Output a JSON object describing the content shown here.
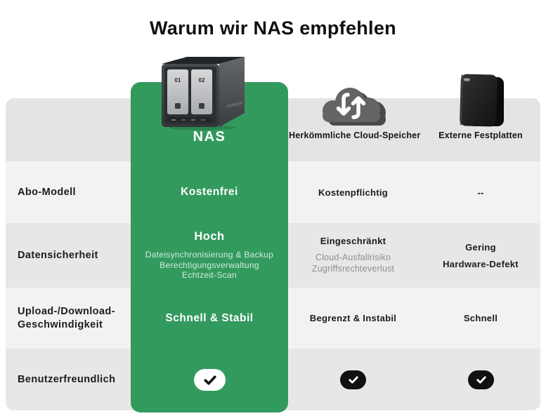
{
  "page": {
    "title": "Warum wir NAS empfehlen"
  },
  "colors": {
    "brand_green": "#339a5e",
    "row_light": "#f2f2f2",
    "row_dark": "#e7e7e7",
    "header_band": "#e4e4e4",
    "text_dark": "#1a1a1a",
    "green_subtext": "#d4ebdd",
    "gray_subtext": "#8f8f8f",
    "check_pill_nas_bg": "#ffffff",
    "check_pill_other_bg": "#111111"
  },
  "icons": {
    "nas": "nas-device",
    "cloud": "cloud-sync",
    "hdd": "external-drive",
    "check": "checkmark"
  },
  "nas_device": {
    "bay1": "01",
    "bay2": "02",
    "brand": "UGREEN"
  },
  "columns": [
    {
      "key": "nas",
      "label": "NAS"
    },
    {
      "key": "cloud",
      "label": "Herkömmliche Cloud-Speicher"
    },
    {
      "key": "hdd",
      "label": "Externe Festplatten"
    }
  ],
  "rows": [
    {
      "label": "Abo-Modell",
      "nas": {
        "main": "Kostenfrei"
      },
      "cloud": {
        "main": "Kostenpflichtig"
      },
      "hdd": {
        "main": "--"
      }
    },
    {
      "label": "Datensicherheit",
      "nas": {
        "main": "Hoch",
        "subs": [
          "Dateisynchronisierung & Backup",
          "Berechtigungsverwaltung",
          "Echtzeit-Scan"
        ]
      },
      "cloud": {
        "main": "Eingeschränkt",
        "subs": [
          "Cloud-Ausfallrisiko",
          "Zugriffsrechteverlust"
        ]
      },
      "hdd": {
        "main": "Gering",
        "subs": [
          "Hardware-Defekt"
        ]
      }
    },
    {
      "label": "Upload-/Download-\nGeschwindigkeit",
      "nas": {
        "main": "Schnell & Stabil"
      },
      "cloud": {
        "main": "Begrenzt & Instabil"
      },
      "hdd": {
        "main": "Schnell"
      }
    },
    {
      "label": "Benutzerfreundlich",
      "nas": {
        "check": true
      },
      "cloud": {
        "check": true
      },
      "hdd": {
        "check": true
      }
    }
  ]
}
